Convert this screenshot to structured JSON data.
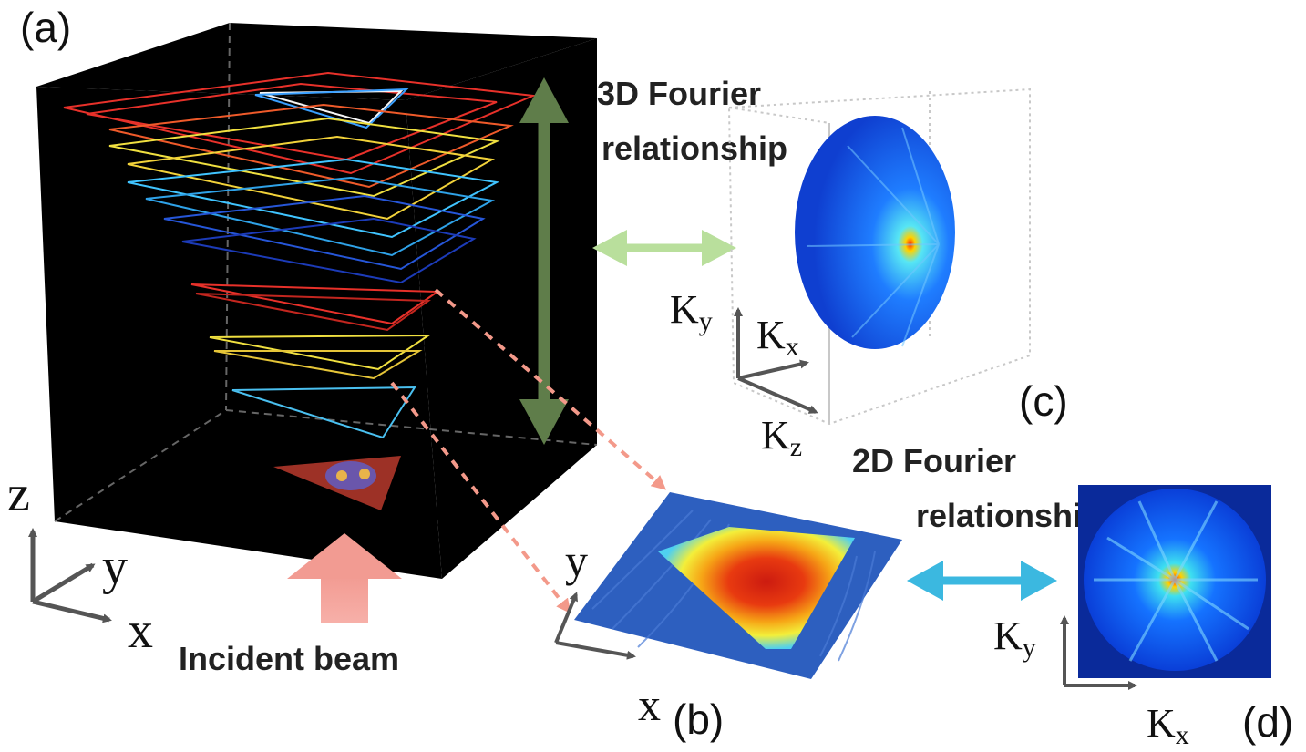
{
  "panels": {
    "a": "(a)",
    "b": "(b)",
    "c": "(c)",
    "d": "(d)"
  },
  "captions": {
    "fourier3d_line1": "3D Fourier",
    "fourier3d_line2": "relationship",
    "fourier2d_line1": "2D Fourier",
    "fourier2d_line2": "relationship",
    "incident_beam": "Incident beam"
  },
  "axes_a": {
    "z": "z",
    "y": "y",
    "x": "x"
  },
  "axes_b": {
    "y": "y",
    "x": "x"
  },
  "axes_c": {
    "ky_main": "K",
    "ky_sub": "y",
    "kx_main": "K",
    "kx_sub": "x",
    "kz_main": "K",
    "kz_sub": "z"
  },
  "axes_d": {
    "ky_main": "K",
    "ky_sub": "y",
    "kx_main": "K",
    "kx_sub": "x"
  },
  "colors": {
    "cube_face": "#000000",
    "green_arrow": "#5f7d4a",
    "light_green_arrow": "#b9df9c",
    "cyan_arrow": "#3bb8e0",
    "dashed_red": "#f3998a",
    "beam_arrow": "#f4a6a0",
    "axis_gray": "#555555",
    "fft_blue": "#0a3fd8"
  }
}
